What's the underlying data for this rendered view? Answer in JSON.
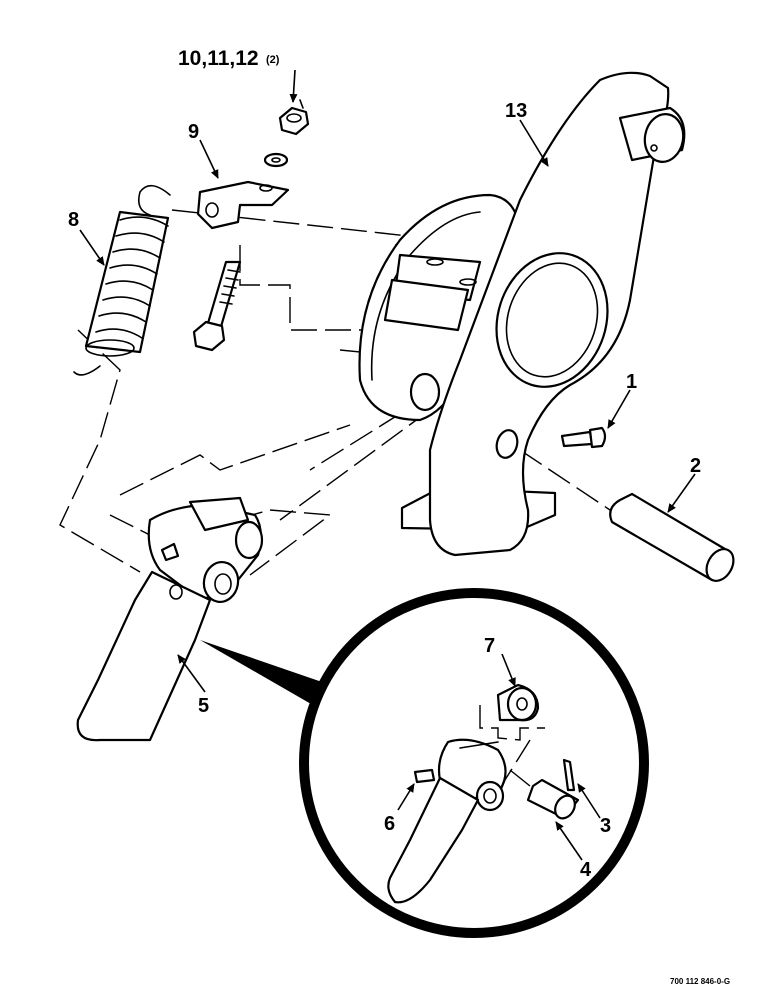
{
  "callouts": {
    "c1": "1",
    "c2": "2",
    "c3": "3",
    "c4": "4",
    "c5": "5",
    "c6": "6",
    "c7": "7",
    "c8": "8",
    "c9": "9",
    "c10": "10,11,12",
    "c10_qty": "(2)",
    "c13": "13"
  },
  "figure_id": "700 112 846-0-G"
}
